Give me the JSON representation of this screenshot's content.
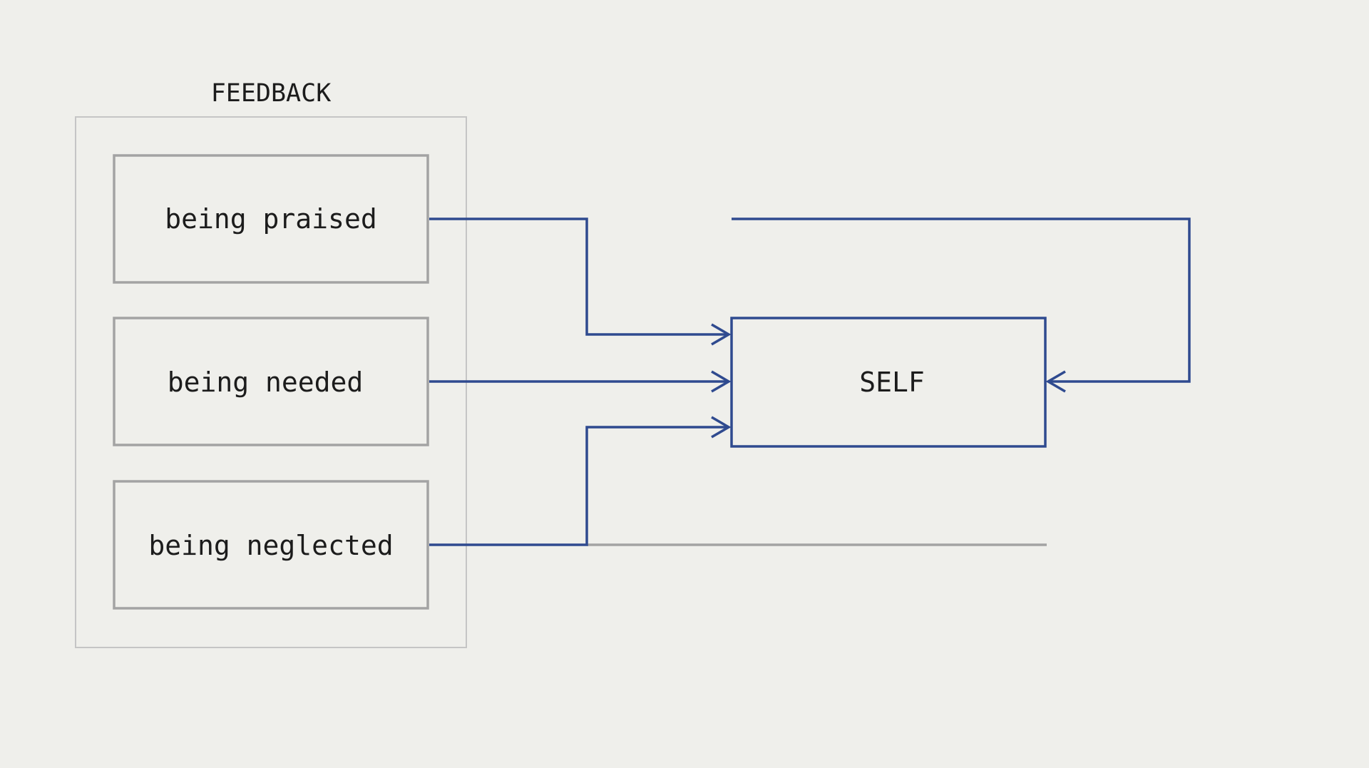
{
  "group": {
    "title": "FEEDBACK",
    "items": [
      {
        "label": "being praised"
      },
      {
        "label": "being needed"
      },
      {
        "label": "being neglected"
      }
    ]
  },
  "self": {
    "label": "SELF"
  },
  "colors": {
    "background": "#efefeb",
    "gray_box": "#a3a3a3",
    "gray_group": "#c5c5c5",
    "blue": "#2f4a8f",
    "text": "#1c1c1c"
  }
}
